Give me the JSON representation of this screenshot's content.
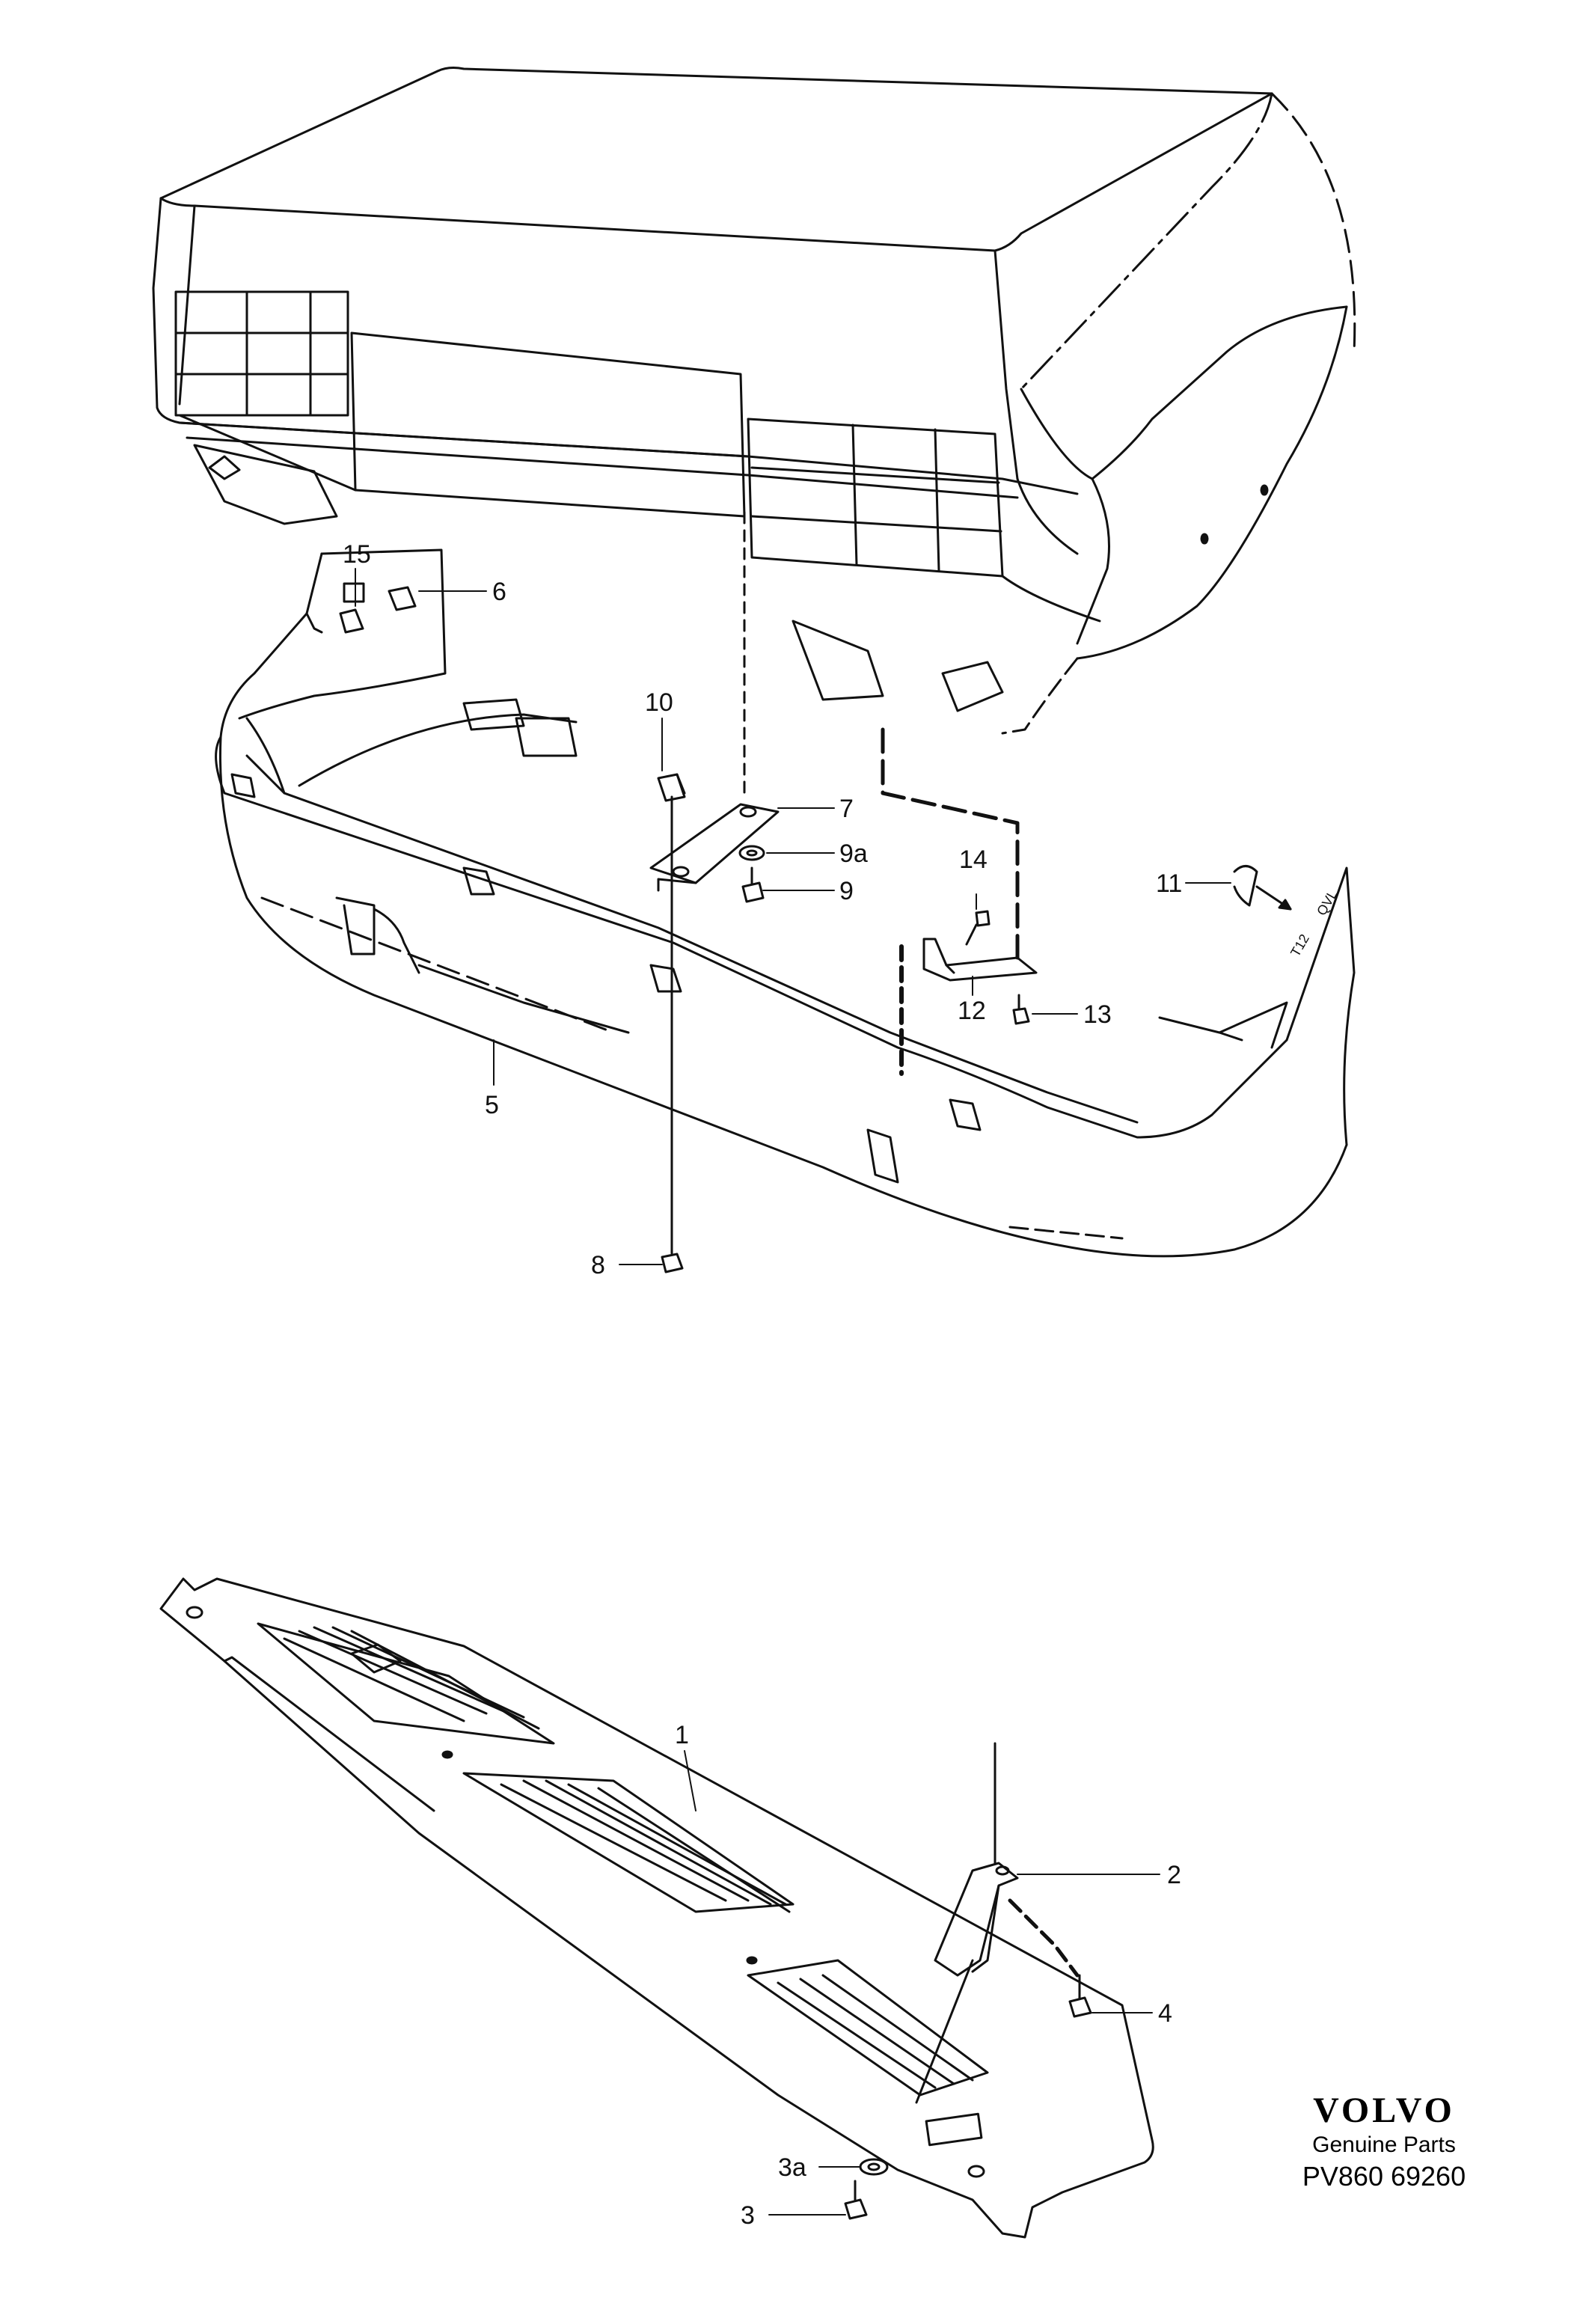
{
  "callouts": {
    "p1": "1",
    "p2": "2",
    "p3": "3",
    "p3a": "3a",
    "p4": "4",
    "p5": "5",
    "p6": "6",
    "p7": "7",
    "p8": "8",
    "p9": "9",
    "p9a": "9a",
    "p10": "10",
    "p11": "11",
    "p12": "12",
    "p13": "13",
    "p14": "14",
    "p15": "15"
  },
  "brand": {
    "logo": "VOLVO",
    "subtitle": "Genuine Parts",
    "reference": "PV860 69260"
  }
}
